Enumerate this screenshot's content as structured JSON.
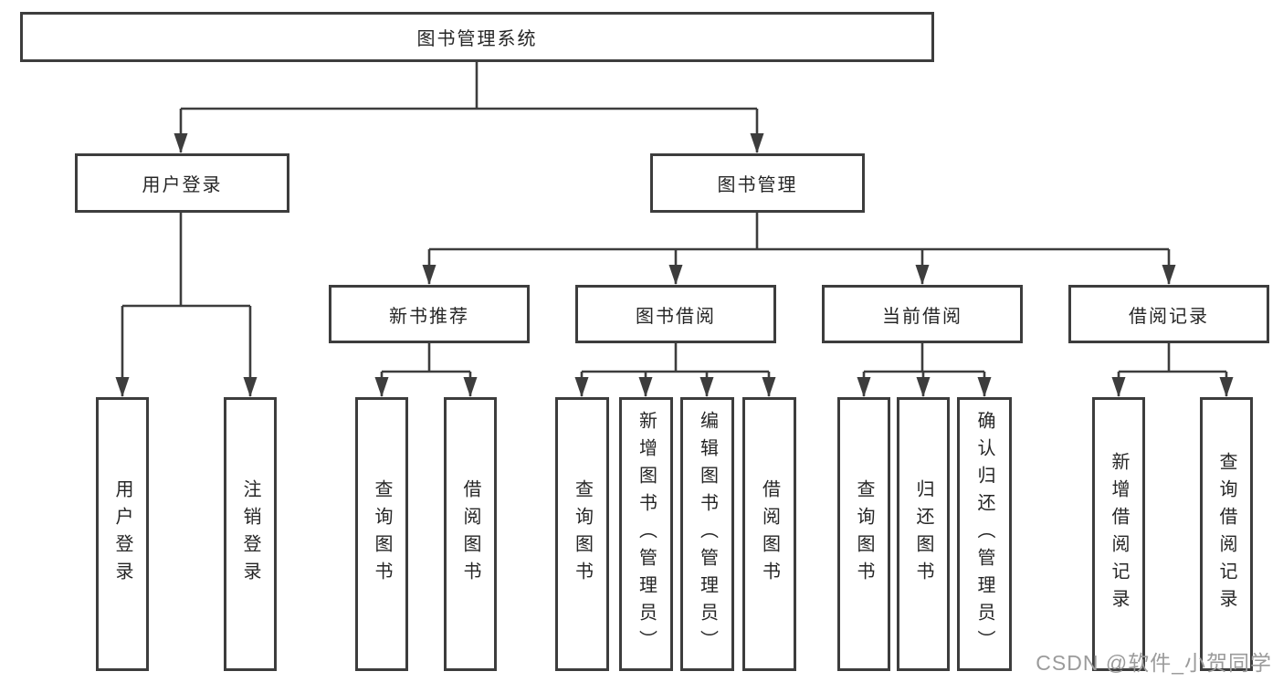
{
  "tree": {
    "root": {
      "label": "图书管理系统"
    },
    "branches": [
      {
        "label": "用户登录",
        "children": [
          {
            "label": "用户登录"
          },
          {
            "label": "注销登录"
          }
        ]
      },
      {
        "label": "图书管理",
        "children": [
          {
            "label": "新书推荐",
            "children": [
              {
                "label": "查询图书"
              },
              {
                "label": "借阅图书"
              }
            ]
          },
          {
            "label": "图书借阅",
            "children": [
              {
                "label": "查询图书"
              },
              {
                "label": "新增图书（管理员）"
              },
              {
                "label": "编辑图书（管理员）"
              },
              {
                "label": "借阅图书"
              }
            ]
          },
          {
            "label": "当前借阅",
            "children": [
              {
                "label": "查询图书"
              },
              {
                "label": "归还图书"
              },
              {
                "label": "确认归还（管理员）"
              }
            ]
          },
          {
            "label": "借阅记录",
            "children": [
              {
                "label": "新增借阅记录"
              },
              {
                "label": "查询借阅记录"
              }
            ]
          }
        ]
      }
    ]
  },
  "watermark": {
    "text": "CSDN @软件_小贺同学"
  },
  "colors": {
    "line": "#3d3d3d",
    "text": "#262626",
    "background": "#ffffff",
    "watermark": "#9b9b9b"
  }
}
